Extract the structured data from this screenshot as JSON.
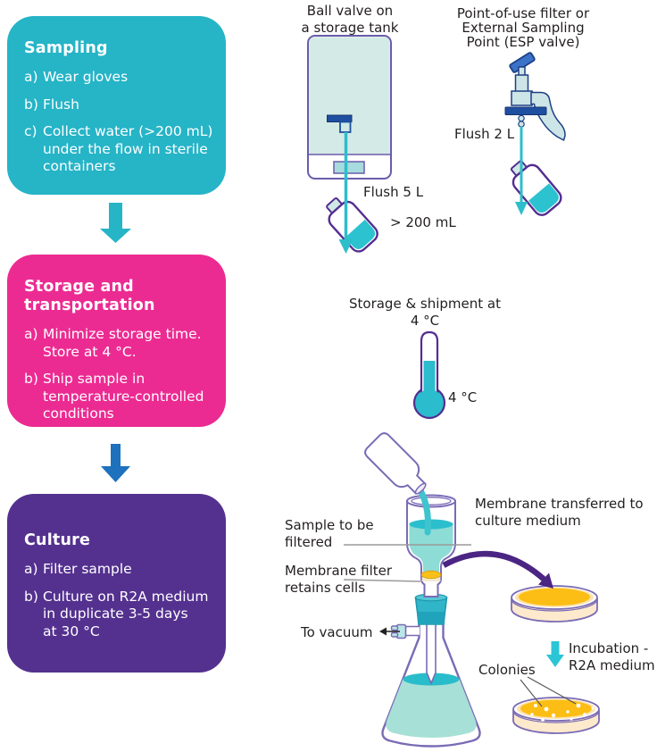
{
  "steps": [
    {
      "title": "Sampling",
      "items": [
        {
          "marker": "a)",
          "text": "Wear gloves"
        },
        {
          "marker": "b)",
          "text": "Flush"
        },
        {
          "marker": "c)",
          "text": "Collect water (>200 mL)\nunder the flow in sterile\ncontainers"
        }
      ]
    },
    {
      "title": "Storage and\ntransportation",
      "items": [
        {
          "marker": "a)",
          "text": "Minimize storage time.\nStore at 4 °C."
        },
        {
          "marker": "b)",
          "text": "Ship sample in\ntemperature-controlled\nconditions"
        }
      ]
    },
    {
      "title": "Culture",
      "items": [
        {
          "marker": "a)",
          "text": "Filter sample"
        },
        {
          "marker": "b)",
          "text": "Culture on R2A medium\nin duplicate 3-5 days\nat 30 °C"
        }
      ]
    }
  ],
  "labels": {
    "tank_title": "Ball valve on\na storage tank",
    "esp_title": "Point-of-use filter or\nExternal Sampling\nPoint (ESP valve)",
    "flush_5l": "Flush 5 L",
    "volume": "> 200 mL",
    "flush_2l": "Flush 2 L",
    "storage_title": "Storage & shipment at\n4 °C",
    "temperature": "4 °C",
    "sample_filtered": "Sample to be\nfiltered",
    "membrane_filter": "Membrane filter\nretains cells",
    "to_vacuum": "To vacuum",
    "membrane_transferred": "Membrane transferred to\nculture medium",
    "incubation": "Incubation -\nR2A medium",
    "colonies": "Colonies"
  },
  "colors": {
    "sampling_box": "#26b4c7",
    "storage_box": "#ec2b92",
    "culture_box": "#54318f",
    "flow_arrow_1": "#26b4c7",
    "flow_arrow_2": "#1d71bd",
    "transfer_arrow": "#4b2583",
    "incubation_arrow": "#2cc5d6",
    "water": "#2cc2cf",
    "agar": "#fcbe14"
  }
}
